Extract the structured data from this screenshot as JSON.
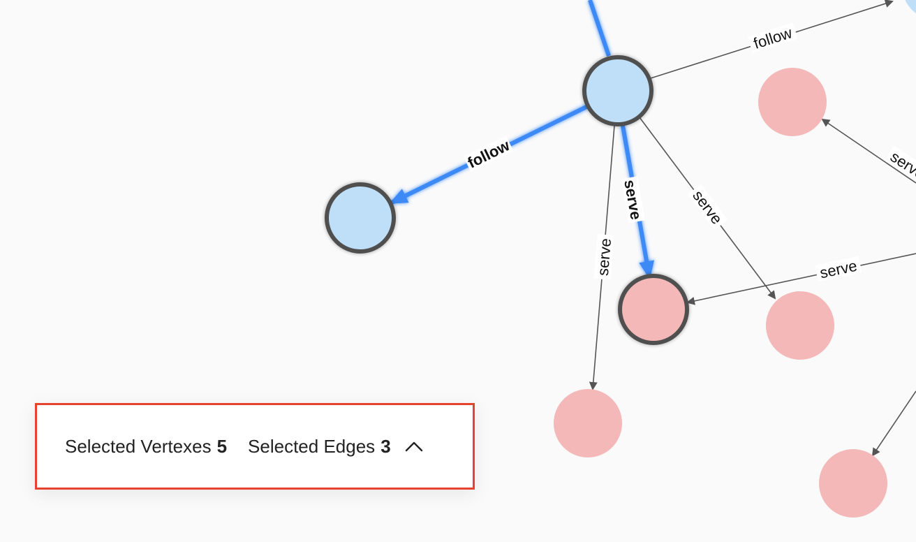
{
  "graph": {
    "edge_labels": {
      "follow_top": "follow",
      "follow_left": "follow",
      "serve_left": "serve",
      "serve_selected": "serve",
      "serve_right": "serve",
      "serve_far_right": "serve",
      "serve_partial": "serve"
    },
    "colors": {
      "vertex_blue": "#bfdff9",
      "vertex_pink": "#f4b8b8",
      "selected_edge": "#3d8af7",
      "edge": "#555555",
      "vertex_outline": "#4f4f4f"
    }
  },
  "selection_panel": {
    "vertexes_label": "Selected Vertexes",
    "vertexes_count": "5",
    "edges_label": "Selected Edges",
    "edges_count": "3",
    "toggle_icon": "chevron-up-icon",
    "border_color": "#e5432d"
  }
}
